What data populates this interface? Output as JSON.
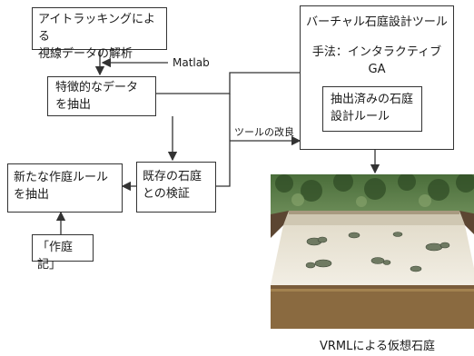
{
  "nodes": {
    "eye_tracking": {
      "line1": "アイトラッキングによる",
      "line2": "視線データの解析"
    },
    "extract": {
      "line1": "特徴的なデータ",
      "line2": "を抽出"
    },
    "new_rule": {
      "line1": "新たな作庭ルール",
      "line2": "を抽出"
    },
    "verify": {
      "line1": "既存の石庭",
      "line2": "との検証"
    },
    "sakuteiki": {
      "label": "「作庭記」"
    },
    "tool": {
      "title": "バーチャル石庭設計ツール",
      "method": "手法：インタラクティブGA"
    },
    "rules": {
      "line1": "抽出済みの石庭",
      "line2": "設計ルール"
    }
  },
  "labels": {
    "matlab": "Matlab",
    "tool_improvement": "ツールの改良",
    "garden_caption": "VRMLによる仮想石庭"
  }
}
